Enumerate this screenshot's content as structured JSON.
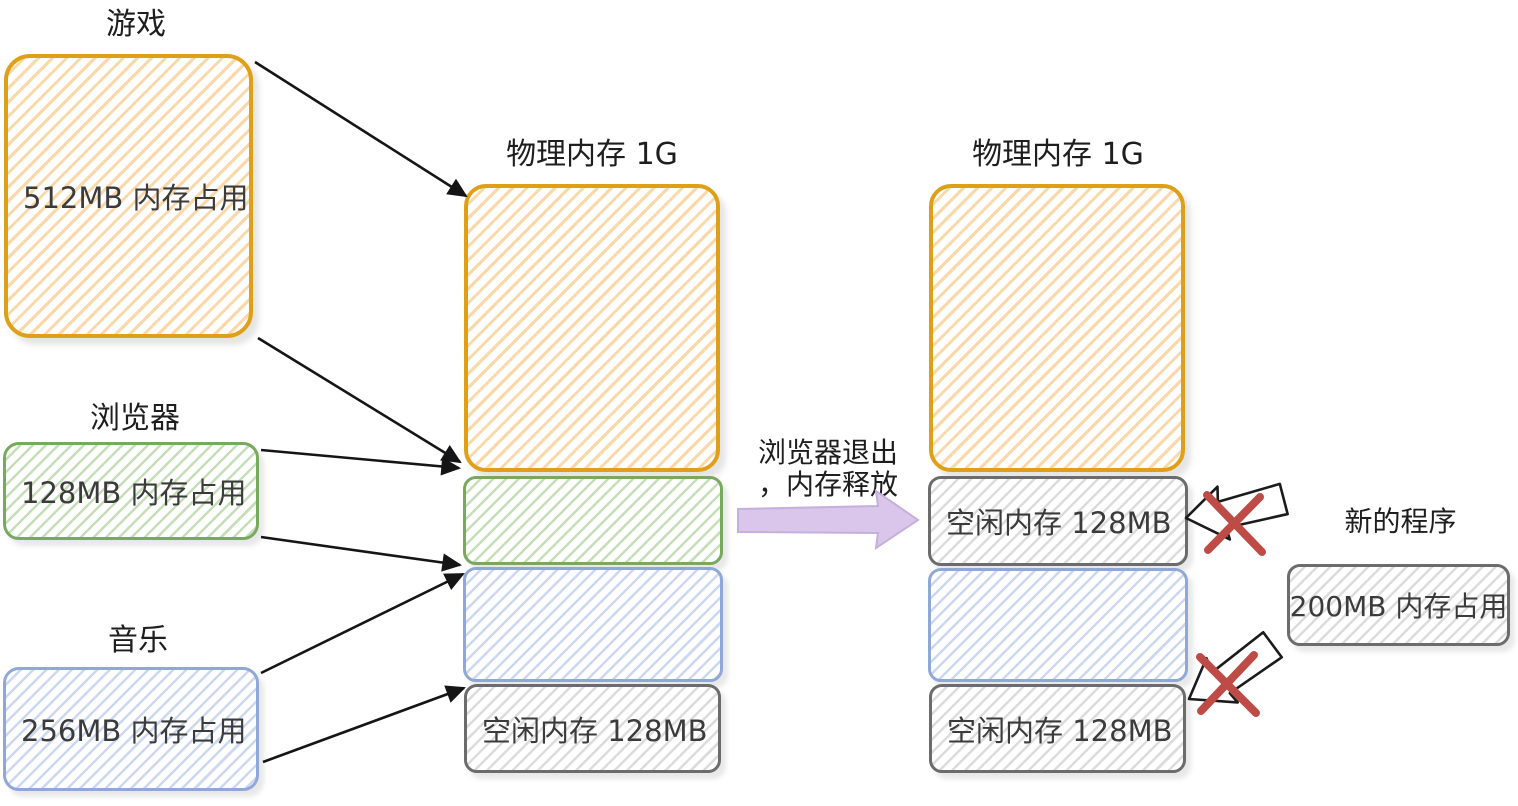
{
  "processes": {
    "game": {
      "label": "游戏",
      "usage": "512MB 内存占用"
    },
    "browser": {
      "label": "浏览器",
      "usage": "128MB 内存占用"
    },
    "music": {
      "label": "音乐",
      "usage": "256MB 内存占用"
    }
  },
  "memory_before": {
    "title": "物理内存 1G",
    "free_label": "空闲内存 128MB"
  },
  "memory_after": {
    "title": "物理内存 1G",
    "freed_browser_label": "空闲内存 128MB",
    "free_label": "空闲内存 128MB"
  },
  "transition": {
    "line1": "浏览器退出",
    "line2": "，内存释放"
  },
  "new_program": {
    "label": "新的程序",
    "usage": "200MB 内存占用"
  },
  "colors": {
    "game_border": "#dfa018",
    "game_fill": "#f4b254",
    "browser_border": "#79a95f",
    "browser_fill": "#96c47e",
    "music_border": "#90a8d8",
    "music_fill": "#a0b8e2",
    "free_border": "#6c6c6c",
    "free_fill": "#bababa",
    "transition_arrow": "#d9c6ea",
    "reject_x": "#bf4b47",
    "black_arrow": "#151515"
  }
}
